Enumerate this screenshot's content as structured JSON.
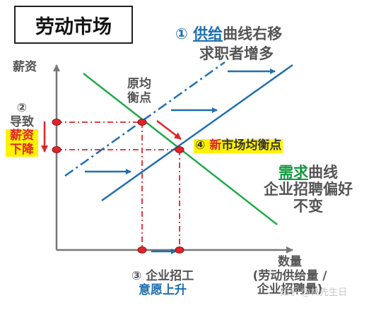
{
  "title": "劳动市场",
  "y_axis_label": "薪资",
  "x_axis_label": {
    "line1": "数量",
    "line2": "(劳动供给量 /",
    "line3": "企业招聘量)"
  },
  "annotation_supply": {
    "marker": "①",
    "keyword": "供给",
    "rest": "曲线右移",
    "line2": "求职者增多"
  },
  "annotation_wage": {
    "marker": "②",
    "line1": "导致",
    "line2": "薪资",
    "line3": "下降"
  },
  "annotation_hiring": {
    "marker": "③",
    "line1": "企业招工",
    "line2": "意愿上升"
  },
  "annotation_new_eq": {
    "marker": "④",
    "keyword": "新",
    "rest": "市场均衡点"
  },
  "annotation_orig_eq": {
    "line1": "原均",
    "line2": "衡点"
  },
  "annotation_demand": {
    "keyword": "需求",
    "rest": "曲线",
    "line2": "企业招聘偏好",
    "line3": "不变"
  },
  "watermark": "知乎 @林先生日",
  "colors": {
    "supply": "#1e6fb0",
    "demand": "#1faa4a",
    "guide": "#e0242a",
    "keyword_blue": "#1e6fb0",
    "keyword_green": "#139a3e",
    "keyword_red": "#e0242a",
    "highlight": "#fff200",
    "gray_text": "#555555"
  }
}
